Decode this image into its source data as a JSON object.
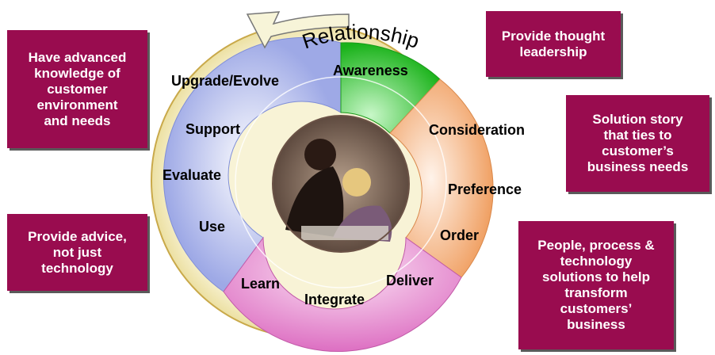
{
  "ring_title": "Relationship",
  "stages": {
    "awareness": "Awareness",
    "consideration": "Consideration",
    "preference": "Preference",
    "order": "Order",
    "deliver": "Deliver",
    "integrate": "Integrate",
    "learn": "Learn",
    "use": "Use",
    "evaluate": "Evaluate",
    "support": "Support",
    "upgrade": "Upgrade/Evolve"
  },
  "callouts": {
    "top_left": "Have advanced\nknowledge of\ncustomer\nenvironment\nand needs",
    "bottom_left": "Provide advice,\nnot just\ntechnology",
    "top_right": "Provide thought\nleadership",
    "middle_right": "Solution story\nthat ties to\ncustomer’s\nbusiness needs",
    "bottom_right": "People, process &\ntechnology\nsolutions to help\ntransform\ncustomers’\nbusiness"
  },
  "colors": {
    "callout_bg": "#990c4f",
    "outer_ring": "#f4eec2",
    "ring_border": "#c9a94a",
    "blue_segment": "#aab6ea",
    "green_segment": "#2fc12f",
    "orange_segment": "#f2b27e",
    "pink_segment": "#e07ac8"
  },
  "center_image": "photo-of-two-people-at-desk"
}
